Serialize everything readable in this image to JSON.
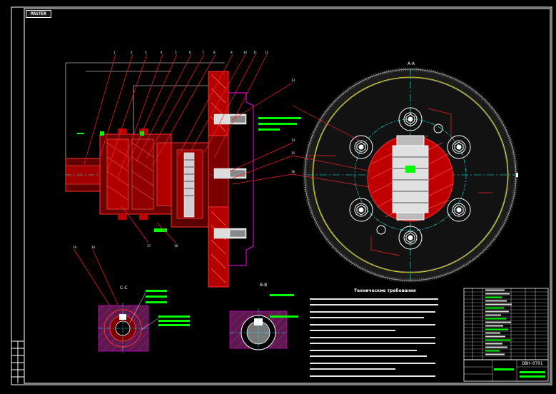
{
  "sheet": {
    "stamp_text": "MASTER",
    "drawing_number": "DBH-0791"
  },
  "views": {
    "section_a": "A-A",
    "section_c": "C-C",
    "section_b": "B-B"
  },
  "technical_requirements": {
    "title": "Технические требования"
  },
  "colors": {
    "background": "#000000",
    "frame": "#ffffff",
    "part": "#ff0000",
    "hatch": "#ff00ff",
    "leader": "#ff0000",
    "axis": "#00ffff",
    "note": "#00ff00",
    "yellow": "#ffff00"
  }
}
